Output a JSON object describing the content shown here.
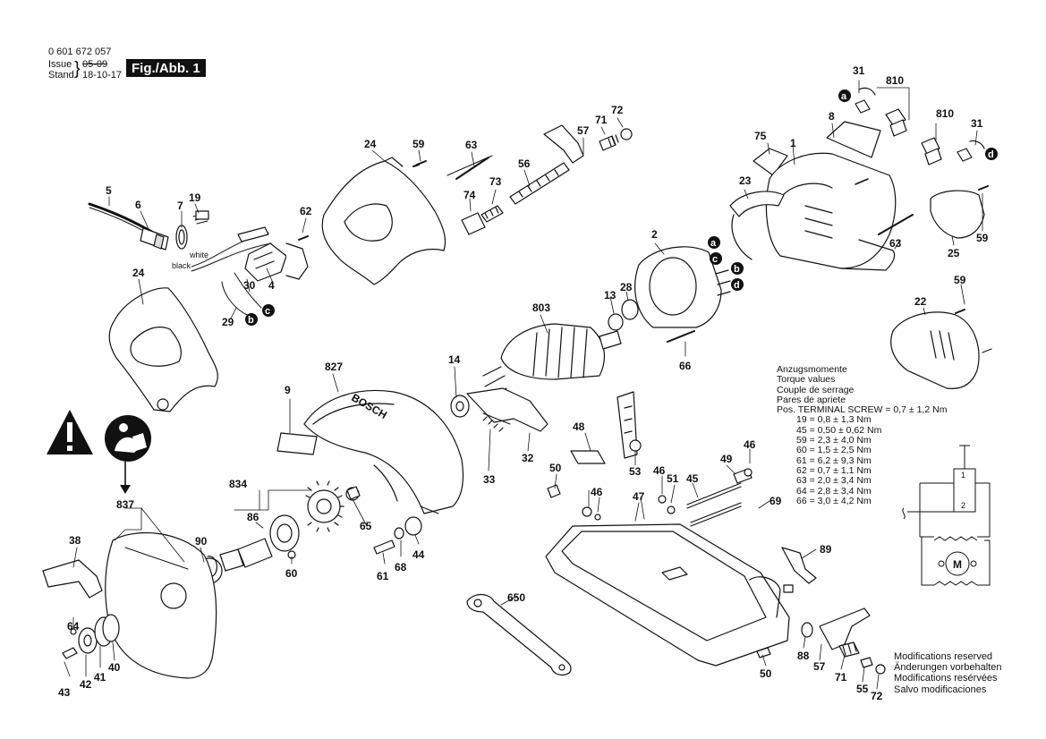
{
  "header": {
    "part_number": "0 601 672 057",
    "issue_label": "Issue",
    "stand_label": "Stand",
    "issue_old": "05-09",
    "issue_new": "18-10-17",
    "figure": "Fig./Abb. 1"
  },
  "wires": {
    "white": "white",
    "black": "black"
  },
  "brand": "BOSCH",
  "callouts": [
    "5",
    "6",
    "7",
    "19",
    "24",
    "59",
    "63",
    "56",
    "57",
    "71",
    "72",
    "31",
    "810",
    "8",
    "810",
    "31",
    "75",
    "1",
    "23",
    "62",
    "4",
    "30",
    "29",
    "24",
    "74",
    "73",
    "2",
    "13",
    "28",
    "803",
    "66",
    "63",
    "25",
    "59",
    "59",
    "22",
    "827",
    "9",
    "14",
    "33",
    "32",
    "48",
    "53",
    "46",
    "49",
    "45",
    "51",
    "46",
    "47",
    "50",
    "69",
    "834",
    "86",
    "90",
    "837",
    "38",
    "65",
    "44",
    "68",
    "61",
    "60",
    "89",
    "650",
    "64",
    "43",
    "42",
    "41",
    "40",
    "88",
    "57",
    "71",
    "55",
    "72",
    "50",
    "46"
  ],
  "point_markers": [
    "a",
    "b",
    "c",
    "d"
  ],
  "torque": {
    "title_lines": [
      "Anzugsmomente",
      "Torque values",
      "Couple de serrage",
      "Pares de apriete"
    ],
    "terminal_screw": "Pos. TERMINAL SCREW = 0,7 ± 1,2 Nm",
    "values": [
      "19 = 0,8 ± 1,3 Nm",
      "45 = 0,50 ± 0,62 Nm",
      "59 = 2,3 ± 4,0 Nm",
      "60 = 1,5 ± 2,5 Nm",
      "61 = 6,2 ± 9,3 Nm",
      "62 = 0,7 ± 1,1 Nm",
      "63 = 2,0 ± 3,4 Nm",
      "64 = 2,8 ± 3,4 Nm",
      "66 = 3,0 ± 4,2 Nm"
    ]
  },
  "schematic": {
    "motor": "M",
    "terminal_1": "1",
    "terminal_2": "2"
  },
  "modifications": [
    "Modifications reserved",
    "Änderungen vorbehalten",
    "Modifications resérvées",
    "Salvo modificaciones"
  ]
}
